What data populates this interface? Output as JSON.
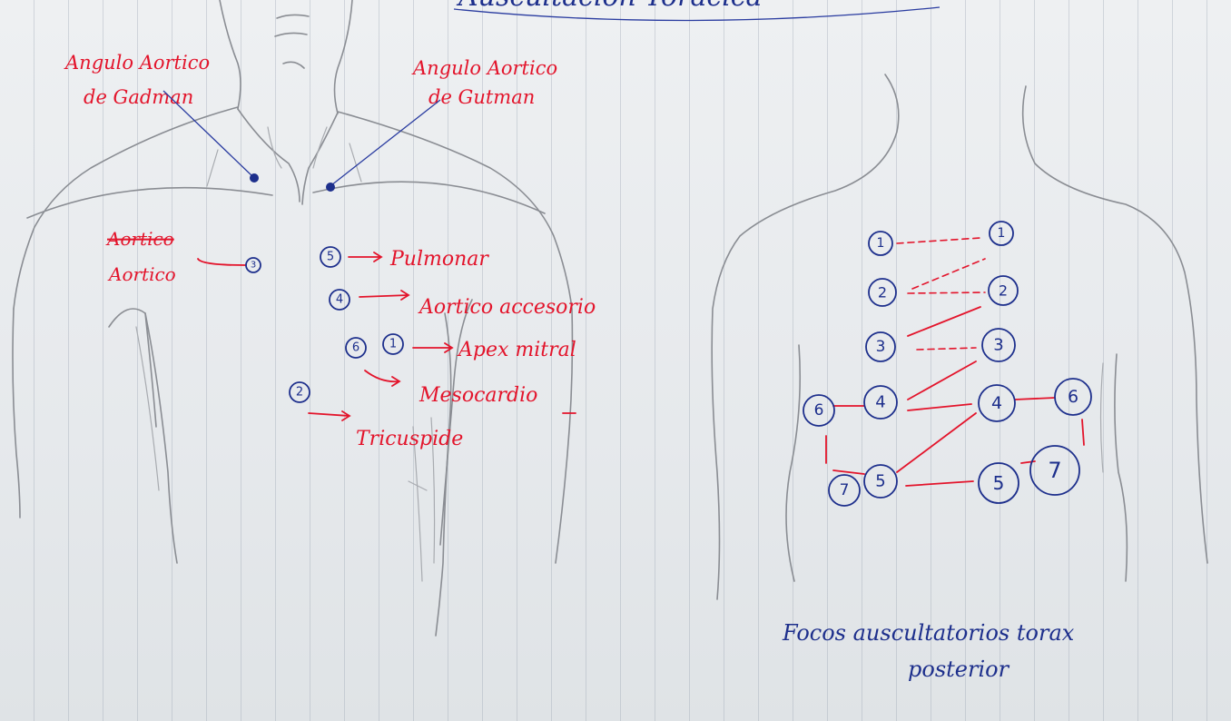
{
  "title": "Auscultacion Toracica",
  "anterior": {
    "left_top_label": [
      "Angulo Aortico",
      "de Gadman"
    ],
    "right_top_label": [
      "Angulo Aortico",
      "de Gutman"
    ],
    "aortic_label": [
      "Aortico",
      "Aortico"
    ],
    "aortic_marker": "3",
    "focos": [
      {
        "number": "5",
        "label": "Pulmonar"
      },
      {
        "number": "4",
        "label": "Aortico accesorio"
      },
      {
        "number": "6",
        "label": ""
      },
      {
        "number": "1",
        "label": "Apex mitral"
      },
      {
        "number": "",
        "label": "Mesocardio"
      },
      {
        "number": "2",
        "label": "Tricuspide"
      }
    ]
  },
  "posterior": {
    "left_column": [
      "1",
      "2",
      "3",
      "4",
      "5"
    ],
    "right_column": [
      "1",
      "2",
      "3",
      "4",
      "5"
    ],
    "side_left": [
      "6",
      "7"
    ],
    "side_right": [
      "6",
      "7"
    ],
    "caption_line1": "Focos auscultatorios torax",
    "caption_line2": "posterior"
  }
}
